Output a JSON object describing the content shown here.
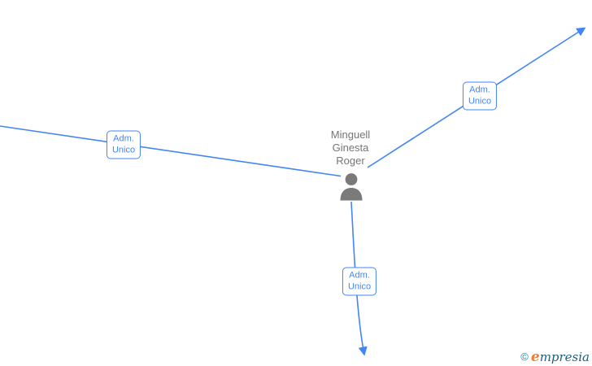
{
  "diagram": {
    "node": {
      "name_lines": [
        "Minguell",
        "Ginesta",
        "Roger"
      ],
      "icon": "person-silhouette"
    },
    "edges": [
      {
        "id": "edge-left",
        "label": "Adm.\nUnico"
      },
      {
        "id": "edge-top-right",
        "label": "Adm.\nUnico"
      },
      {
        "id": "edge-bottom",
        "label": "Adm.\nUnico"
      }
    ],
    "colors": {
      "edge": "#4285f4",
      "label_border": "#4285f4",
      "label_text": "#4285f4",
      "icon_gray": "#7a7a7a",
      "name_text": "#757575"
    }
  },
  "watermark": {
    "copyright": "©",
    "brand_first": "e",
    "brand_rest": "mpresia",
    "colors": {
      "copyright": "#2e7f9e",
      "brand_first": "#ee7d2e",
      "brand_rest": "#1e5f7e"
    }
  }
}
